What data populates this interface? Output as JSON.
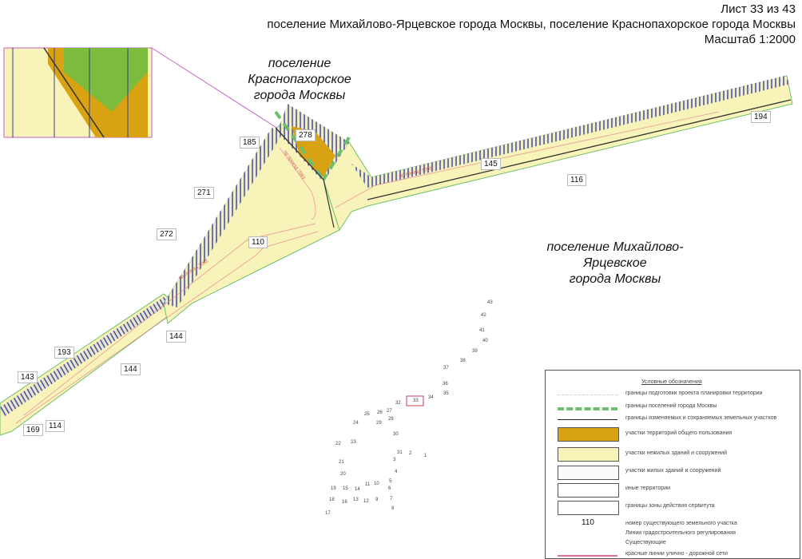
{
  "header": {
    "sheet": "Лист 33 из 43",
    "title": "поселение Михайлово-Ярцевское города Москвы, поселение Краснопахорское города Москвы",
    "scale": "Масштаб 1:2000"
  },
  "areas": {
    "krasnopakhorskoe": [
      "поселение",
      "Краснопахорское",
      "города Москвы"
    ],
    "mikhailovo": [
      "поселение Михайлово-Ярцевское",
      "города Москвы"
    ]
  },
  "roads": [
    "пр проезд 7092",
    "пр проезд 7093",
    "пр проезд 7095"
  ],
  "plots": [
    "278",
    "185",
    "271",
    "272",
    "110",
    "145",
    "116",
    "194",
    "144",
    "144",
    "193",
    "143",
    "169",
    "114"
  ],
  "small_plots": [
    "43",
    "42",
    "41",
    "40",
    "39",
    "38",
    "37",
    "36",
    "35",
    "34",
    "33",
    "32",
    "27",
    "26",
    "25",
    "24",
    "29",
    "28",
    "30",
    "23",
    "22",
    "21",
    "20",
    "31",
    "2",
    "1",
    "3",
    "4",
    "5",
    "19",
    "15",
    "14",
    "11",
    "10",
    "6",
    "18",
    "16",
    "13",
    "12",
    "9",
    "7",
    "8",
    "17"
  ],
  "legend": {
    "title": "Условные обозначения",
    "items": [
      "границы подготовки проекта планировки территории",
      "границы поселений города Москвы",
      "границы изменяемых и сохраняемых земельных участков",
      "участки территорий общего пользования",
      "участки нежилых зданий и сооружений",
      "участки жилых зданий и сооружений",
      "иные территории",
      "границы зоны действия сервитута",
      "номер существующего земельного участка",
      "Линии градостроительного регулирования",
      "Существующие",
      "красные линии улично - дорожной сети"
    ],
    "sample_number": "110"
  },
  "colors": {
    "public": "#d8a212",
    "nonresidential": "#f8f3b8",
    "settlement_border": "#6cc06c",
    "hatch": "#3a3f8f",
    "red_line": "#e07090",
    "inset_green": "#7cbc3c"
  }
}
